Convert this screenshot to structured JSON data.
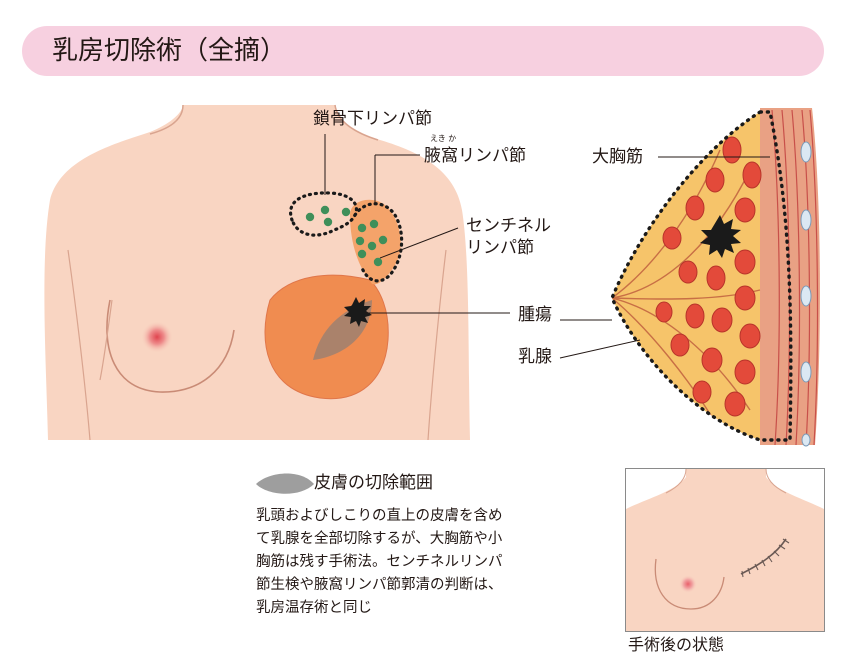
{
  "title": "乳房切除術（全摘）",
  "labels": {
    "subclavian_nodes": "鎖骨下リンパ節",
    "axillary_nodes": "腋窩リンパ節",
    "axillary_ruby": "えき  か",
    "sentinel_line1": "センチネル",
    "sentinel_line2": "リンパ節",
    "tumor": "腫瘍",
    "mammary_gland": "乳腺",
    "pectoralis_major": "大胸筋"
  },
  "legend": {
    "skin_excision": "皮膚の切除範囲"
  },
  "description": [
    "乳頭およびしこりの直上の皮膚を含め",
    "て乳腺を全部切除するが、大胸筋や小",
    "胸筋は残す手術法。センチネルリンパ",
    "節生検や腋窩リンパ節郭清の判断は、",
    "乳房温存術と同じ"
  ],
  "after_surgery": "手術後の状態",
  "colors": {
    "skin": "#f9d5c2",
    "skin_line": "#c98b76",
    "excision_orange": "#f08c50",
    "lymph_orange": "#f4a36a",
    "gland_red": "#e34a3a",
    "fat_yellow": "#f6c46a",
    "title_pink": "#f7d0e0",
    "node_green": "#3f8f5a",
    "legend_gray": "#9e9e9e"
  }
}
